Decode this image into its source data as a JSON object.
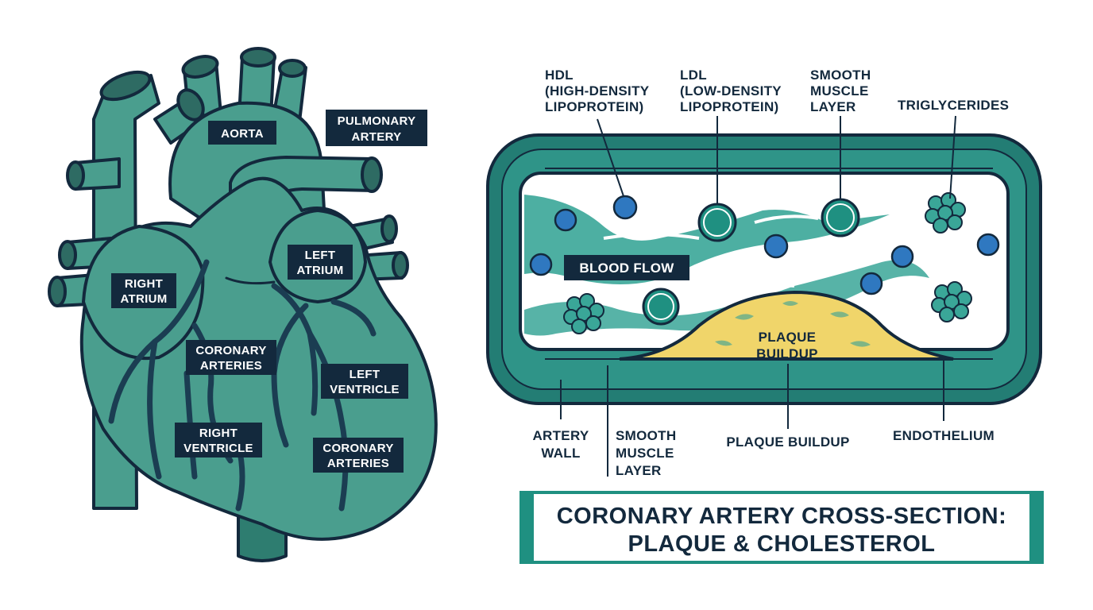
{
  "heart": {
    "labels": {
      "aorta": "AORTA",
      "pulmonary_artery": [
        "PULMONARY",
        "ARTERY"
      ],
      "right_atrium": [
        "RIGHT",
        "ATRIUM"
      ],
      "left_atrium": [
        "LEFT",
        "ATRIUM"
      ],
      "coronary_arteries_upper": [
        "CORONARY",
        "ARTERIES"
      ],
      "left_ventricle": [
        "LEFT",
        "VENTRICLE"
      ],
      "right_ventricle": [
        "RIGHT",
        "VENTRICLE"
      ],
      "coronary_arteries_lower": [
        "CORONARY",
        "ARTERIES"
      ]
    }
  },
  "artery": {
    "top_labels": {
      "hdl": [
        "HDL",
        "(HIGH-DENSITY",
        "LIPOPROTEIN)"
      ],
      "ldl": [
        "LDL",
        "(LOW-DENSITY",
        "LIPOPROTEIN)"
      ],
      "smooth_muscle": [
        "SMOOTH",
        "MUSCLE",
        "LAYER"
      ],
      "triglycerides": "TRIGLYCERIDES"
    },
    "inner_labels": {
      "blood_flow": "BLOOD FLOW",
      "plaque": [
        "PLAQUE",
        "BUILDUP"
      ]
    },
    "bottom_labels": {
      "artery_wall": [
        "ARTERY",
        "WALL"
      ],
      "smooth_muscle": [
        "SMOOTH",
        "MUSCLE",
        "LAYER"
      ],
      "plaque_buildup": "PLAQUE BUILDUP",
      "endothelium": "ENDOTHELIUM"
    }
  },
  "title": {
    "line1": "CORONARY ARTERY CROSS-SECTION:",
    "line2": "PLAQUE & CHOLESTEROL"
  },
  "colors": {
    "heart_fill": "#4a9e8e",
    "outline": "#13293d",
    "label_bg": "#13293d",
    "artery_wall": "#237d74",
    "plaque": "#f0d56a",
    "cell_blue": "#2f78c0",
    "accent": "#1f9081"
  }
}
